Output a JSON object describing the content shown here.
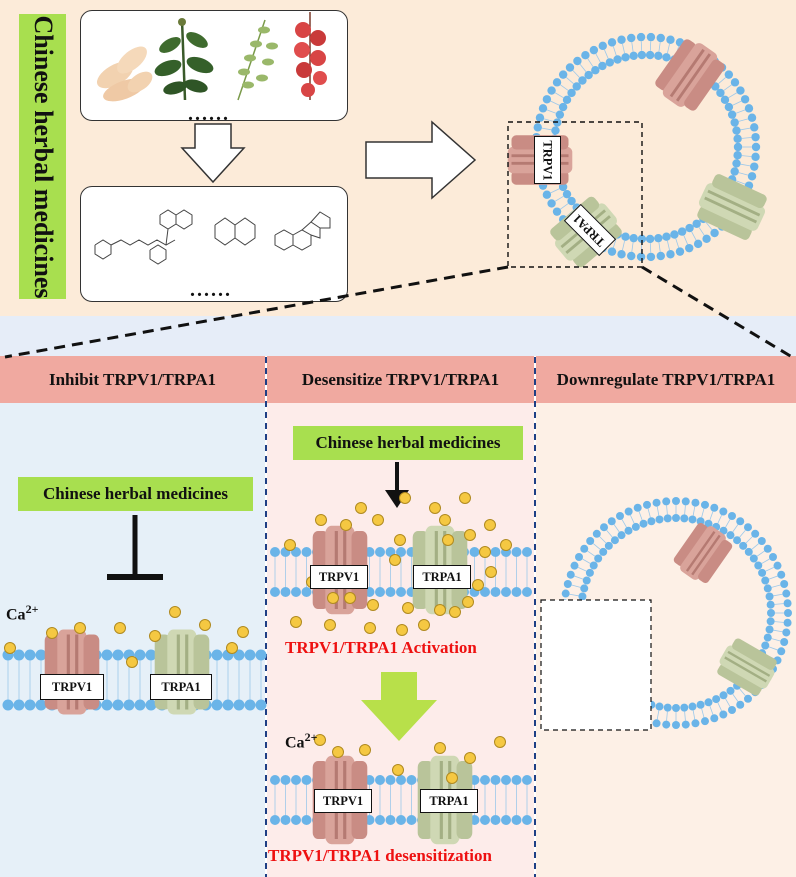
{
  "top": {
    "vertical_label": "Chinese herbal medicines",
    "herb_dots": "......",
    "chem_dots": "......",
    "circle_labels": {
      "trpv1": "TRPV1",
      "trpa1": "TRPA1"
    }
  },
  "panels": [
    {
      "header": "Inhibit TRPV1/TRPA1",
      "herbal_label": "Chinese herbal medicines",
      "ion": "Ca",
      "ion_charge": "2+",
      "channel_labels": [
        "TRPV1",
        "TRPA1"
      ]
    },
    {
      "header": "Desensitize TRPV1/TRPA1",
      "herbal_label": "Chinese herbal medicines",
      "channel_labels_top": [
        "TRPV1",
        "TRPA1"
      ],
      "activation_text": "TRPV1/TRPA1 Activation",
      "ion": "Ca",
      "ion_charge": "2+",
      "channel_labels_bottom": [
        "TRPV1",
        "TRPA1"
      ],
      "desensitization_text": "TRPV1/TRPA1 desensitization"
    },
    {
      "header": "Downregulate TRPV1/TRPA1"
    }
  ],
  "colors": {
    "top_background": "#fcebd9",
    "header_red": "#f0a9a0",
    "label_green": "#a8df4f",
    "lipid_blue": "#6ab4e8",
    "trpv1_pink": "#d9a39a",
    "trpa1_green": "#cfd8b4",
    "calcium_yellow": "#f5c842",
    "text_red": "#e11111",
    "arrow_green": "#b8e04a"
  }
}
